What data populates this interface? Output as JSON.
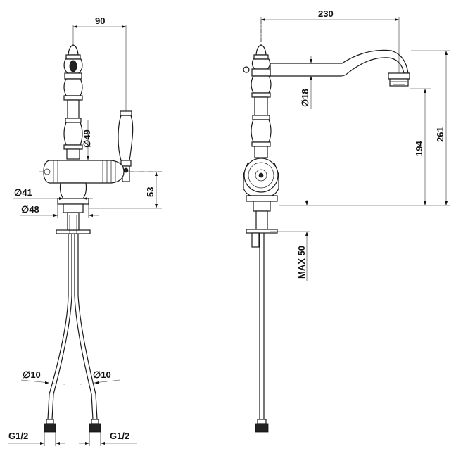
{
  "front_view": {
    "dim_width": "90",
    "dim_lever_dia": "49",
    "dim_body_dia": "41",
    "dim_height": "53",
    "dim_base_dia": "48",
    "dim_hose_left": "10",
    "dim_hose_right": "10",
    "dim_thread_left": "G1/2",
    "dim_thread_right": "G1/2"
  },
  "side_view": {
    "dim_reach": "230",
    "dim_spout_dia": "18",
    "dim_outlet_height": "194",
    "dim_total_height": "261",
    "dim_max_deck": "MAX 50"
  },
  "symbols": {
    "diameter": "∅"
  }
}
